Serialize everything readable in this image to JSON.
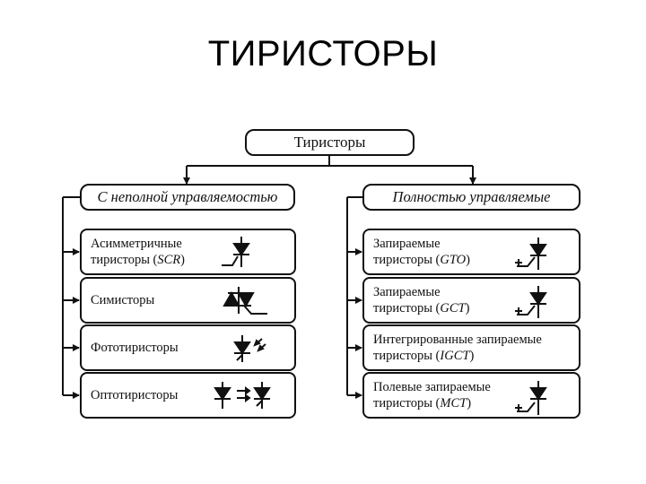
{
  "title": "ТИРИСТОРЫ",
  "root": "Тиристоры",
  "left": {
    "title": "С неполной управляемостью",
    "items": [
      {
        "line1": "Асимметричные",
        "line2a": "тиристоры (",
        "abbr": "SCR",
        "line2b": ")",
        "icon": "scr-thyristor-icon"
      },
      {
        "line1": "Симисторы",
        "line2a": "",
        "abbr": "",
        "line2b": "",
        "icon": "triac-icon"
      },
      {
        "line1": "Фототиристоры",
        "line2a": "",
        "abbr": "",
        "line2b": "",
        "icon": "photothyristor-icon"
      },
      {
        "line1": "Оптотиристоры",
        "line2a": "",
        "abbr": "",
        "line2b": "",
        "icon": "optothyristor-icon"
      }
    ]
  },
  "right": {
    "title": "Полностью управляемые",
    "items": [
      {
        "line1": "Запираемые",
        "line2a": "тиристоры (",
        "abbr": "GTO",
        "line2b": ")",
        "icon": "gto-thyristor-icon"
      },
      {
        "line1": "Запираемые",
        "line2a": "тиристоры (",
        "abbr": "GCT",
        "line2b": ")",
        "icon": "gct-thyristor-icon"
      },
      {
        "line1": "Интегрированные запираемые",
        "line2a": "тиристоры (",
        "abbr": "IGCT",
        "line2b": ")",
        "icon": ""
      },
      {
        "line1": "Полевые запираемые",
        "line2a": "тиристоры (",
        "abbr": "MCT",
        "line2b": ")",
        "icon": "mct-thyristor-icon"
      }
    ]
  }
}
